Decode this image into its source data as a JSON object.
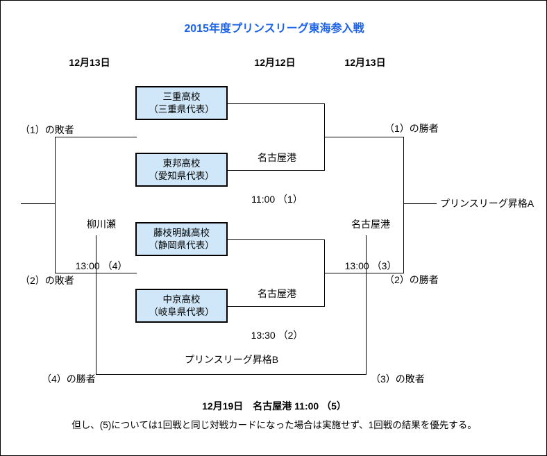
{
  "title": "2015年度プリンスリーグ東海参入戦",
  "title_color": "#1a62e8",
  "box_fill_color": "#cfe7f8",
  "date_headers": [
    {
      "label": "12月13日"
    },
    {
      "label": "12月12日"
    },
    {
      "label": "12月13日"
    }
  ],
  "teams": [
    {
      "name": "三重高校",
      "rep": "（三重県代表）"
    },
    {
      "name": "東邦高校",
      "rep": "（愛知県代表）"
    },
    {
      "name": "藤枝明誠高校",
      "rep": "（静岡県代表）"
    },
    {
      "name": "中京高校",
      "rep": "（岐阜県代表）"
    }
  ],
  "matches": [
    {
      "id": "1",
      "venue": "名古屋港",
      "time_no": "11:00 （1）"
    },
    {
      "id": "2",
      "venue": "名古屋港",
      "time_no": "13:30 （2）"
    },
    {
      "id": "3",
      "venue": "名古屋港",
      "time_no": "13:00 （3）"
    },
    {
      "id": "4",
      "venue": "柳川瀬",
      "time_no": "13:00 （4）"
    }
  ],
  "connectors": {
    "loser_1": "（1）の敗者",
    "loser_2": "（2）の敗者",
    "winner_1": "（1）の勝者",
    "winner_2": "（2）の勝者",
    "winner_4": "（4）の勝者",
    "loser_3": "（3）の敗者"
  },
  "promotions": {
    "a": "プリンスリーグ昇格A",
    "b": "プリンスリーグ昇格B"
  },
  "footer": {
    "line1": "12月19日　名古屋港 11:00 （5）",
    "line2": "但し、(5)については1回戦と同じ対戦カードになった場合は実施せず、1回戦の結果を優先する。"
  }
}
